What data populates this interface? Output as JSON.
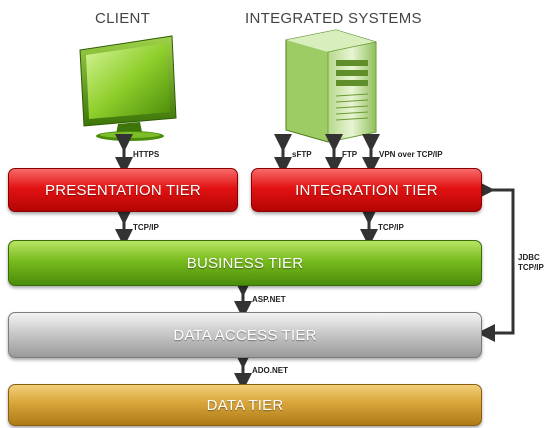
{
  "headers": {
    "client": "CLIENT",
    "integrated": "INTEGRATED SYSTEMS"
  },
  "tiers": {
    "presentation": "PRESENTATION TIER",
    "integration": "INTEGRATION TIER",
    "business": "BUSINESS TIER",
    "data_access": "DATA ACCESS TIER",
    "data": "DATA TIER"
  },
  "connections": {
    "https": "HTTPS",
    "sftp": "sFTP",
    "ftp": "FTP",
    "vpn": "VPN over TCP/IP",
    "tcpip_left": "TCP/IP",
    "tcpip_right": "TCP/IP",
    "aspnet": "ASP.NET",
    "adonet": "ADO.NET",
    "jdbc_line1": "JDBC",
    "jdbc_line2": "TCP/IP"
  },
  "colors": {
    "presentation": "#e31313",
    "integration": "#e31313",
    "business": "#78bb1d",
    "data_access": "#c9c9c9",
    "data": "#d9a53a",
    "arrow": "#333333"
  },
  "icons": {
    "client": "monitor-icon",
    "integrated": "server-tower-icon"
  }
}
